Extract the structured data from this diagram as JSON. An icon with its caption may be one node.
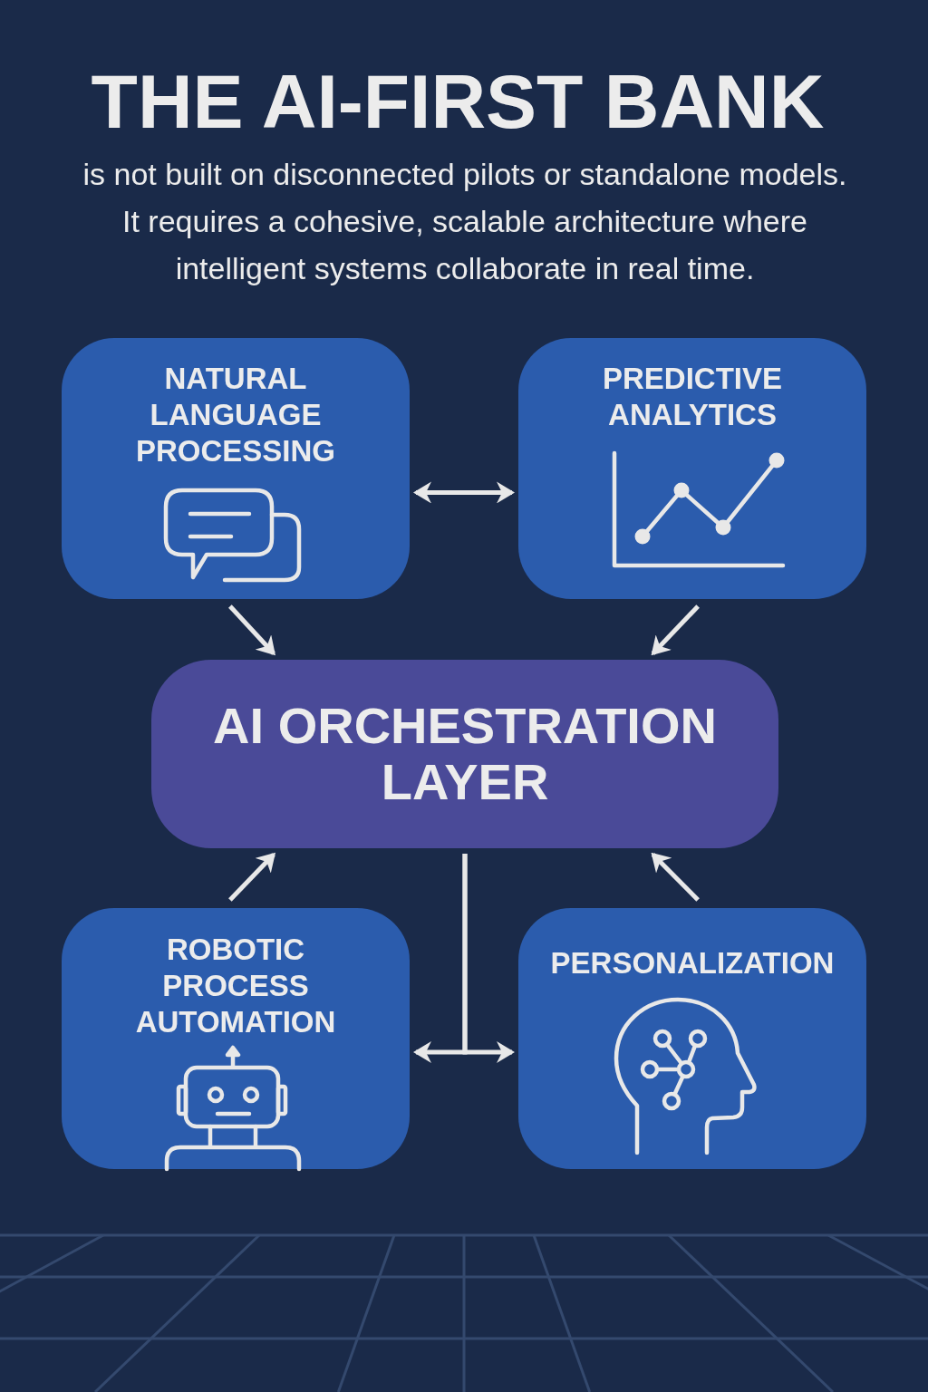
{
  "diagram": {
    "title": "THE AI-FIRST BANK",
    "nodes": [
      {
        "text": [
          "NATURAL LANGUAGE PROCESSING"
        ]
      },
      {
        "text": [
          "PREDICTIVE ANALYTICS"
        ]
      },
      {
        "text": [
          "AI ORCHESTRATION LAYER"
        ]
      },
      {
        "text": [
          "ROBOTIC PROCESS AUTOMATION"
        ]
      },
      {
        "text": [
          "PERSONALIZATION"
        ]
      }
    ],
    "edges": [
      {
        "from": 0,
        "to": 1,
        "arrow": "both"
      },
      {
        "from": 0,
        "to": 2,
        "arrow": "to"
      },
      {
        "from": 1,
        "to": 2,
        "arrow": "to"
      },
      {
        "from": 3,
        "to": 2,
        "arrow": "to"
      },
      {
        "from": 4,
        "to": 2,
        "arrow": "to"
      },
      {
        "from": 2,
        "to": 3,
        "arrow": "to"
      },
      {
        "from": 2,
        "to": 4,
        "arrow": "to"
      }
    ],
    "labels": [
      "is not built on disconnected pilots or standalone models. It requires a cohesive, scalable architecture where intelligent systems collaborate in real time."
    ]
  }
}
